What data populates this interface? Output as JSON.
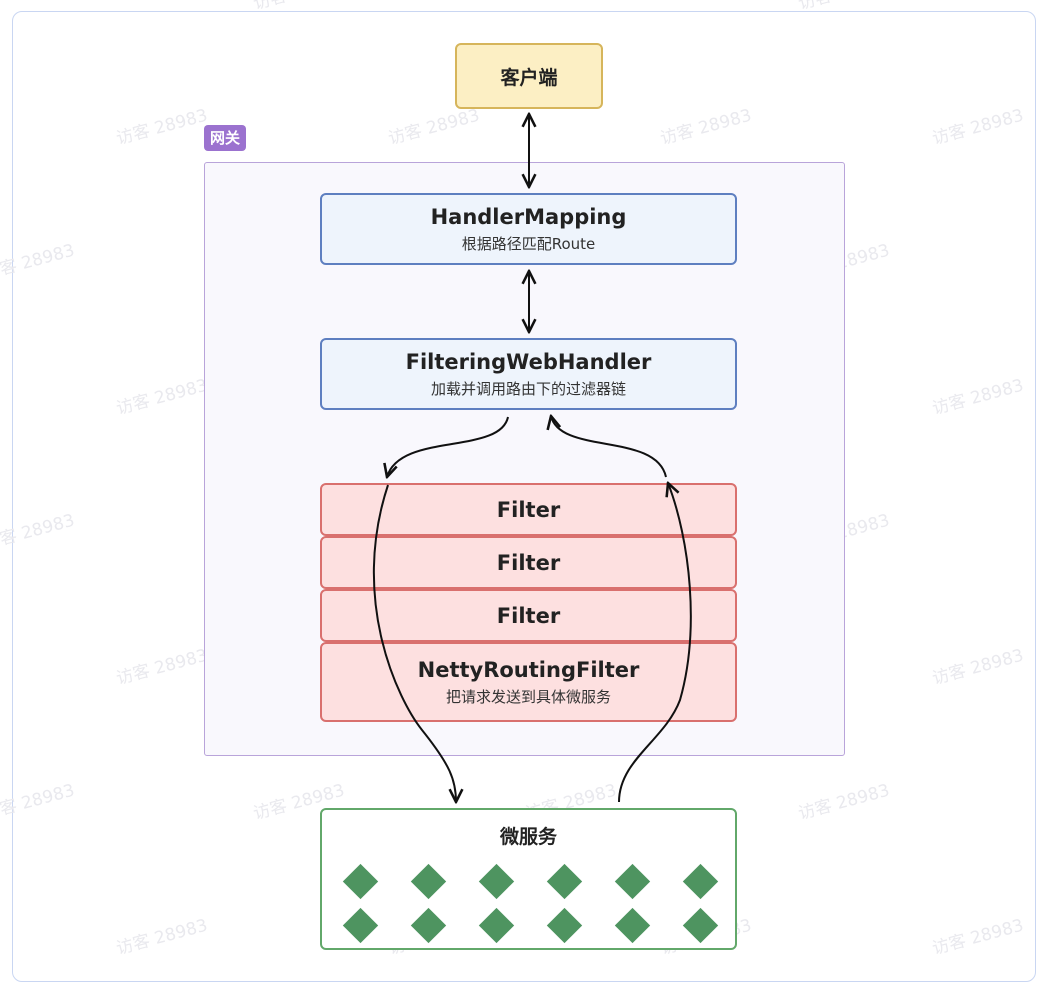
{
  "watermark": "访客 28983",
  "client": {
    "label": "客户端"
  },
  "gateway": {
    "label": "网关"
  },
  "handler_mapping": {
    "title": "HandlerMapping",
    "subtitle": "根据路径匹配Route"
  },
  "filtering_web_handler": {
    "title": "FilteringWebHandler",
    "subtitle": "加载并调用路由下的过滤器链"
  },
  "filters": [
    {
      "title": "Filter"
    },
    {
      "title": "Filter"
    },
    {
      "title": "Filter"
    }
  ],
  "netty_routing_filter": {
    "title": "NettyRoutingFilter",
    "subtitle": "把请求发送到具体微服务"
  },
  "microservices": {
    "label": "微服务",
    "instance_count": 12
  },
  "colors": {
    "client_fill": "#fcefc4",
    "gateway_border": "#b9a4da",
    "handler_fill": "#eef4fc",
    "filter_fill": "#fde0e0",
    "service_border": "#62a86a",
    "service_icon": "#4e9460"
  }
}
